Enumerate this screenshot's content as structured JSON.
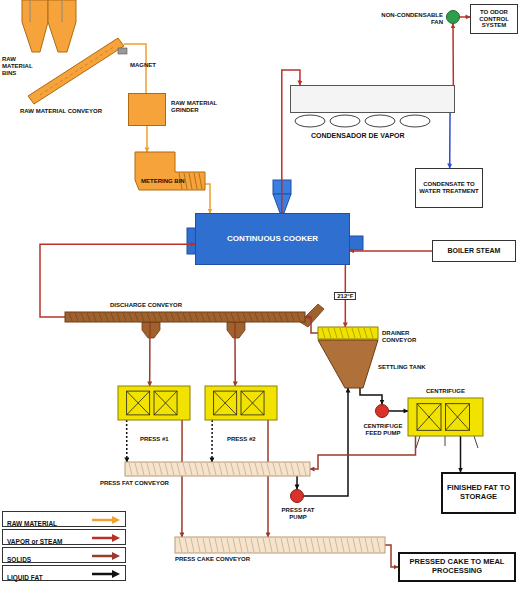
{
  "diagram": {
    "nodes": [
      {
        "text": [
          "NON-CONDENSABLE FAN"
        ]
      },
      {
        "text": [
          "TO ODOR CONTROL SYSTEM"
        ]
      },
      {
        "text": [
          "RAW MATERIAL GRINDER"
        ]
      },
      {
        "text": [
          "CONDENSADOR DE VAPOR"
        ]
      },
      {
        "text": [
          "METERING BIN"
        ]
      },
      {
        "text": [
          "CONDENSATE TO WATER TREATMENT"
        ]
      },
      {
        "text": [
          "CONTINUOUS COOKER"
        ]
      },
      {
        "text": [
          "BOILER STEAM"
        ]
      },
      {
        "text": [
          "DISCHARGE CONVEYOR"
        ]
      },
      {
        "text": [
          "DRAINER CONVEYOR"
        ]
      },
      {
        "text": [
          "SETTLING TANK"
        ]
      },
      {
        "text": [
          "CENTRIFUGE"
        ]
      },
      {
        "text": [
          "PRESS #1"
        ]
      },
      {
        "text": [
          "PRESS #2"
        ]
      },
      {
        "text": [
          "CENTRIFUGE FEED PUMP"
        ]
      },
      {
        "text": [
          "PRESS FAT CONVEYOR"
        ]
      },
      {
        "text": [
          "PRESS FAT PUMP"
        ]
      },
      {
        "text": [
          "FINISHED FAT TO STORAGE"
        ]
      },
      {
        "text": [
          "PRESS CAKE CONVEYOR"
        ]
      },
      {
        "text": [
          "PRESSED CAKE TO MEAL PROCESSING"
        ]
      }
    ],
    "edges": [
      {
        "from": 2,
        "to": 4,
        "arrow": "to"
      },
      {
        "from": 4,
        "to": 6,
        "arrow": "to"
      },
      {
        "from": 7,
        "to": 6,
        "arrow": "to"
      },
      {
        "from": 6,
        "to": 3,
        "arrow": "to"
      },
      {
        "from": 3,
        "to": 0,
        "arrow": "to"
      },
      {
        "from": 0,
        "to": 1,
        "arrow": "to"
      },
      {
        "from": 3,
        "to": 5,
        "arrow": "to"
      },
      {
        "from": 6,
        "to": 9,
        "label": "212°F",
        "arrow": "to"
      },
      {
        "from": 9,
        "to": 8,
        "arrow": "to"
      },
      {
        "from": 8,
        "to": 12,
        "arrow": "to"
      },
      {
        "from": 8,
        "to": 13,
        "arrow": "to"
      },
      {
        "from": 8,
        "to": 6,
        "arrow": "to"
      },
      {
        "from": 10,
        "to": 14,
        "arrow": "to"
      },
      {
        "from": 14,
        "to": 11,
        "arrow": "to"
      },
      {
        "from": 11,
        "to": 17,
        "arrow": "to"
      },
      {
        "from": 12,
        "to": 15,
        "arrow": "to"
      },
      {
        "from": 13,
        "to": 15,
        "arrow": "to"
      },
      {
        "from": 12,
        "to": 18,
        "arrow": "to"
      },
      {
        "from": 13,
        "to": 18,
        "arrow": "to"
      },
      {
        "from": 15,
        "to": 16,
        "arrow": "to"
      },
      {
        "from": 16,
        "to": 10,
        "arrow": "to"
      },
      {
        "from": 11,
        "to": 15,
        "arrow": "to"
      },
      {
        "from": 18,
        "to": 19,
        "arrow": "to"
      }
    ],
    "labels": [
      "RAW MATERIAL BINS",
      "MAGNET",
      "RAW MATERIAL CONVEYOR"
    ],
    "legend": [
      {
        "text": "RAW MATERIAL"
      },
      {
        "text": "VAPOR or STEAM"
      },
      {
        "text": "SOLIDS"
      },
      {
        "text": "LIQUID FAT"
      }
    ]
  }
}
